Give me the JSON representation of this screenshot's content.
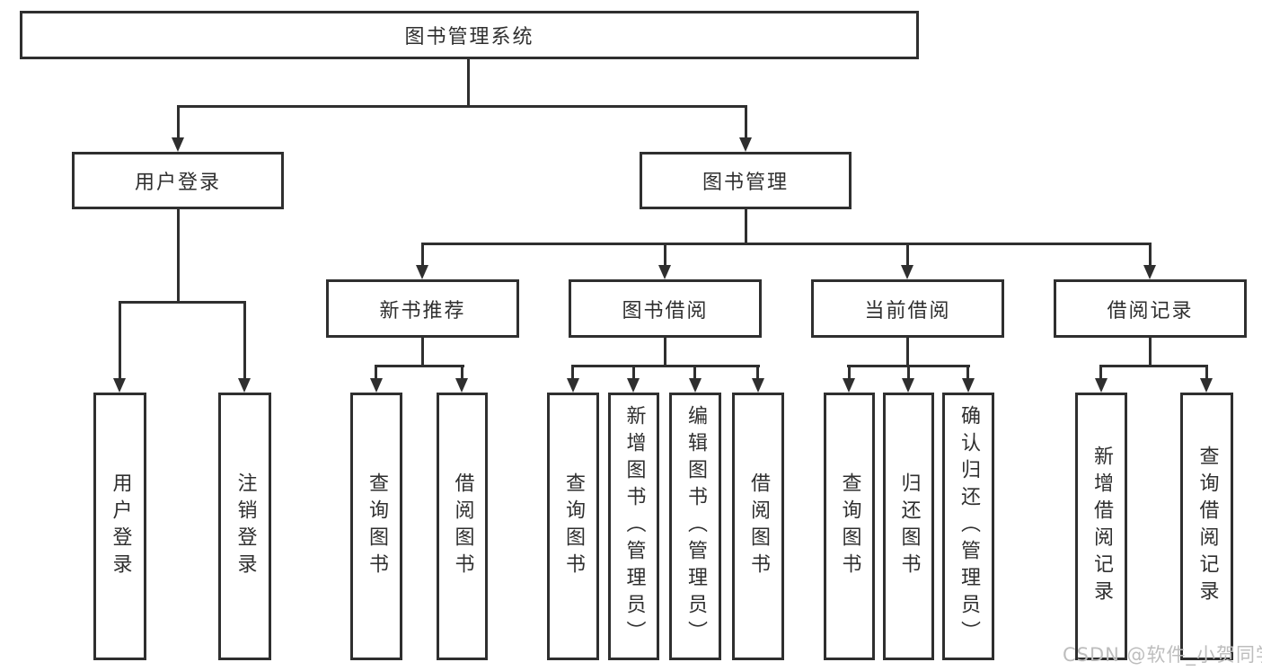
{
  "diagram": {
    "root": {
      "label": "图书管理系统"
    },
    "level2": [
      {
        "label": "用户登录"
      },
      {
        "label": "图书管理"
      }
    ],
    "level3": [
      {
        "label": "新书推荐"
      },
      {
        "label": "图书借阅"
      },
      {
        "label": "当前借阅"
      },
      {
        "label": "借阅记录"
      }
    ],
    "leaves": {
      "user_login": [
        {
          "label": "用户登录"
        },
        {
          "label": "注销登录"
        }
      ],
      "new_book_recommend": [
        {
          "label": "查询图书"
        },
        {
          "label": "借阅图书"
        }
      ],
      "book_borrow": [
        {
          "label": "查询图书"
        },
        {
          "label": "新增图书（管理员）"
        },
        {
          "label": "编辑图书（管理员）"
        },
        {
          "label": "借阅图书"
        }
      ],
      "current_borrow": [
        {
          "label": "查询图书"
        },
        {
          "label": "归还图书"
        },
        {
          "label": "确认归还（管理员）"
        }
      ],
      "borrow_records": [
        {
          "label": "新增借阅记录"
        },
        {
          "label": "查询借阅记录"
        }
      ]
    }
  },
  "watermark": {
    "text": "CSDN @软件_小贺同学"
  },
  "colors": {
    "line": "#2f2f2f",
    "box_border": "#2f2f2f",
    "text": "#2f2f2f",
    "background": "#ffffff",
    "watermark": "#bdbdbd"
  }
}
